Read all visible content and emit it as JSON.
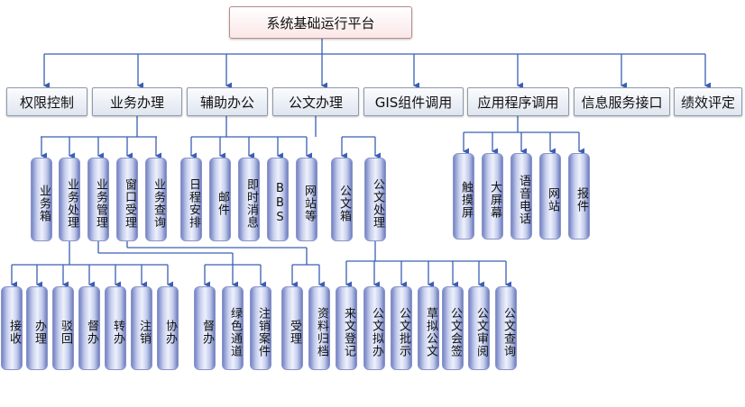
{
  "root": {
    "label": "系统基础运行平台"
  },
  "modules": [
    {
      "id": "quanxian",
      "label": "权限控制"
    },
    {
      "id": "yewu",
      "label": "业务办理"
    },
    {
      "id": "fuzhu",
      "label": "辅助办公"
    },
    {
      "id": "gongwen",
      "label": "公文办理"
    },
    {
      "id": "gis",
      "label": "GIS组件调用"
    },
    {
      "id": "yingyong",
      "label": "应用程序调用"
    },
    {
      "id": "xinxi",
      "label": "信息服务接口"
    },
    {
      "id": "jixiao",
      "label": "绩效评定"
    }
  ],
  "level2": [
    {
      "id": "yewuxiang",
      "label": "业务箱"
    },
    {
      "id": "yewuchuli",
      "label": "业务处理"
    },
    {
      "id": "yewuguanli",
      "label": "业务管理"
    },
    {
      "id": "chuangkou",
      "label": "窗口受理"
    },
    {
      "id": "yewuchaxun",
      "label": "业务查询"
    },
    {
      "id": "richeng",
      "label": "日程安排"
    },
    {
      "id": "youjian",
      "label": "邮件"
    },
    {
      "id": "jishi",
      "label": "即时消息"
    },
    {
      "id": "bbs",
      "label": "BBS"
    },
    {
      "id": "wangzhandeng",
      "label": "网站等"
    },
    {
      "id": "gongwenxiang",
      "label": "公文箱"
    },
    {
      "id": "gongwenchuli",
      "label": "公文处理"
    },
    {
      "id": "chumo",
      "label": "触摸屏"
    },
    {
      "id": "daping",
      "label": "大屏幕"
    },
    {
      "id": "yuyin",
      "label": "语音电话"
    },
    {
      "id": "wangzhan",
      "label": "网站"
    },
    {
      "id": "baojian",
      "label": "报件"
    }
  ],
  "level3": [
    {
      "id": "jie",
      "label": "接收"
    },
    {
      "id": "ban",
      "label": "办理"
    },
    {
      "id": "bo",
      "label": "驳回"
    },
    {
      "id": "du",
      "label": "督办"
    },
    {
      "id": "zhuan",
      "label": "转办"
    },
    {
      "id": "zhu",
      "label": "注销"
    },
    {
      "id": "xie",
      "label": "协办"
    },
    {
      "id": "duban2",
      "label": "督办"
    },
    {
      "id": "lvse",
      "label": "绿色通道"
    },
    {
      "id": "zhuxiao",
      "label": "注销案件"
    },
    {
      "id": "shouli",
      "label": "受理"
    },
    {
      "id": "ziliao",
      "label": "资料归档"
    },
    {
      "id": "laiwen",
      "label": "来文登记"
    },
    {
      "id": "niban",
      "label": "公文拟办"
    },
    {
      "id": "pishi",
      "label": "公文批示"
    },
    {
      "id": "caoni",
      "label": "草拟公文"
    },
    {
      "id": "huiqian",
      "label": "公文会签"
    },
    {
      "id": "shenyue",
      "label": "公文审阅"
    },
    {
      "id": "chaxun",
      "label": "公文查询"
    }
  ]
}
